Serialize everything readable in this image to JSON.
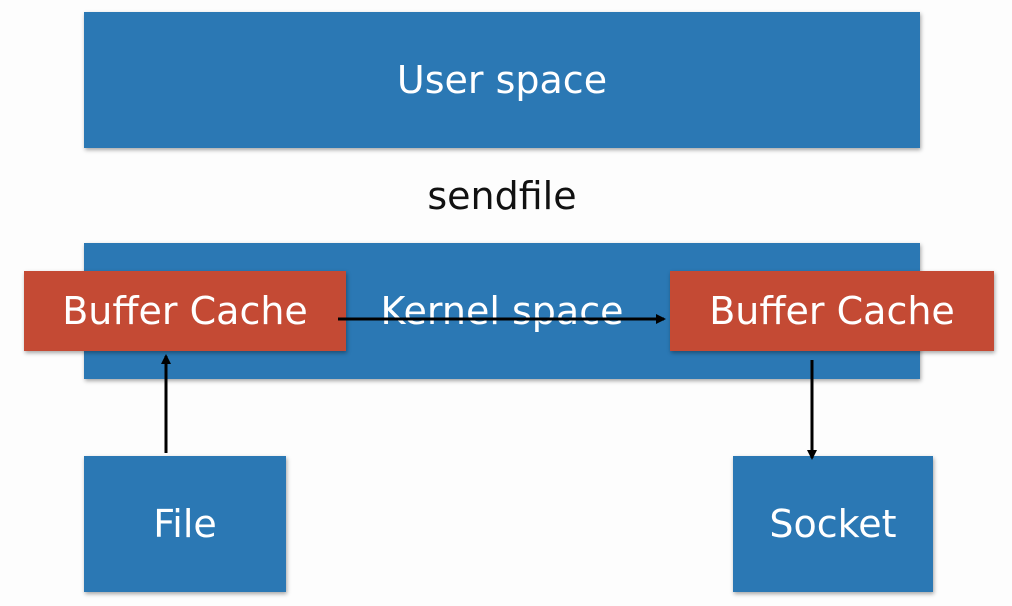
{
  "diagram": {
    "user_space_label": "User space",
    "syscall_label": "sendfile",
    "kernel_space_label": "Kernel space",
    "buffer_cache_left_label": "Buffer Cache",
    "buffer_cache_right_label": "Buffer Cache",
    "file_label": "File",
    "socket_label": "Socket"
  },
  "colors": {
    "box_blue": "#2b78b4",
    "box_red": "#c44a34",
    "arrow": "#000000",
    "background": "#fdfdfd"
  }
}
